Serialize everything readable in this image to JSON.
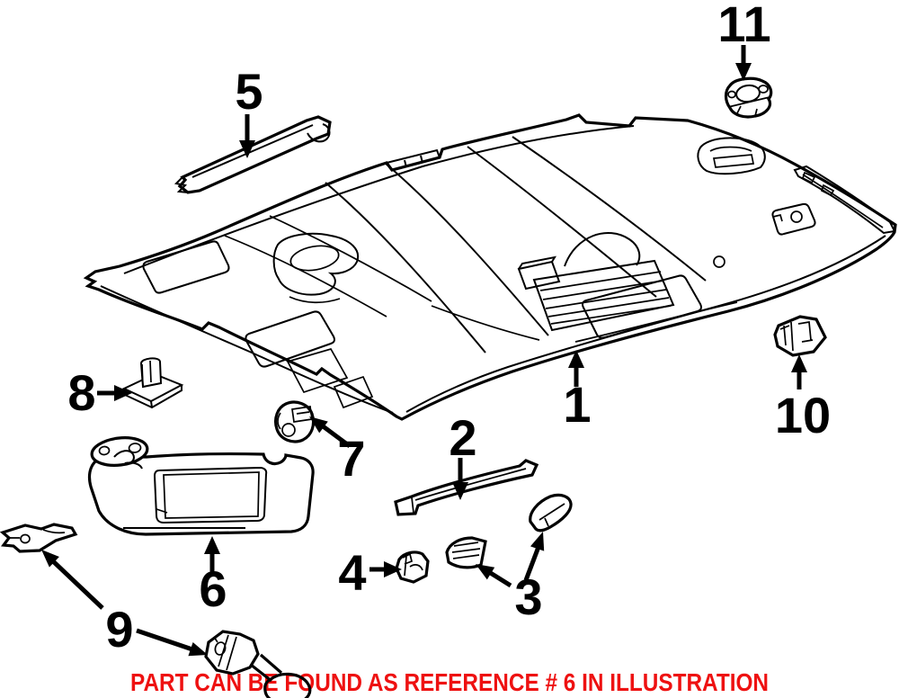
{
  "canvas": {
    "background": "#ffffff",
    "line_color": "#000000"
  },
  "callouts": {
    "c1": "1",
    "c2": "2",
    "c3": "3",
    "c4": "4",
    "c5": "5",
    "c6": "6",
    "c7": "7",
    "c8": "8",
    "c9": "9",
    "c10": "10",
    "c11": "11"
  },
  "caption": {
    "text": "PART CAN BE FOUND AS REFERENCE # 6 IN ILLUSTRATION",
    "color": "#ee1111"
  }
}
